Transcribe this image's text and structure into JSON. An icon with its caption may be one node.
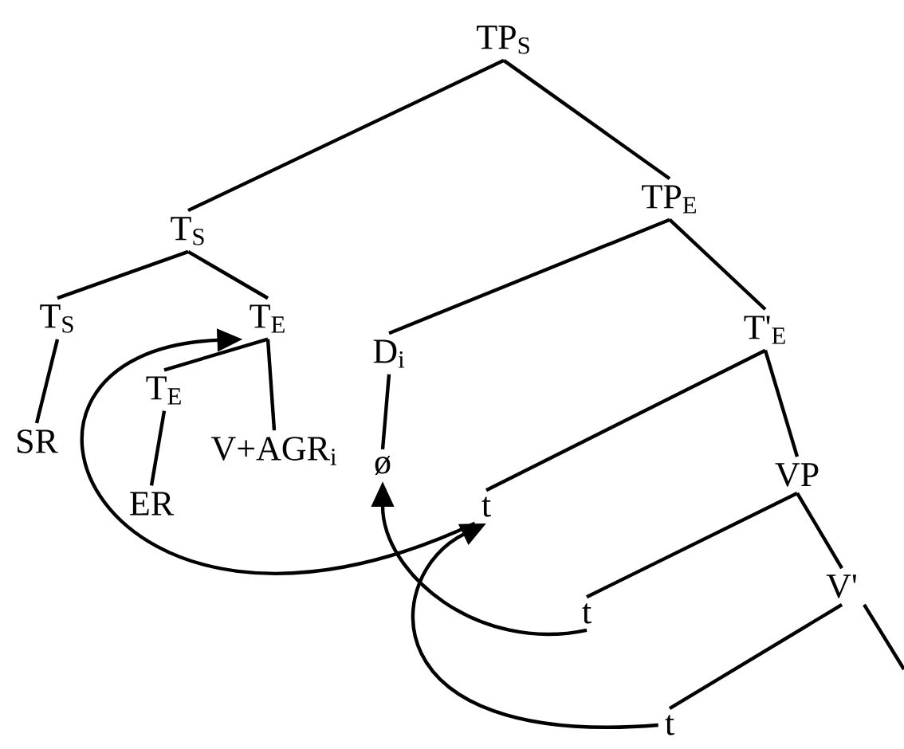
{
  "diagram": {
    "nodes": [
      {
        "text": [
          "TP$_{S}$"
        ]
      },
      {
        "text": [
          "T$_{S}$"
        ]
      },
      {
        "text": [
          "TP$_{E}$"
        ]
      },
      {
        "text": [
          "T$_{S}$"
        ]
      },
      {
        "text": [
          "T$_{E}$"
        ]
      },
      {
        "text": [
          "D$_{i}$"
        ]
      },
      {
        "text": [
          "T'$_{E}$"
        ]
      },
      {
        "text": [
          "SR"
        ]
      },
      {
        "text": [
          "T$_{E}$"
        ]
      },
      {
        "text": [
          "V+AGR$_{i}$"
        ]
      },
      {
        "text": [
          "ER"
        ]
      },
      {
        "text": [
          "ø"
        ]
      },
      {
        "text": [
          "VP"
        ]
      },
      {
        "text": [
          "t"
        ]
      },
      {
        "text": [
          "t"
        ]
      },
      {
        "text": [
          "V'"
        ]
      },
      {
        "text": [
          "t"
        ]
      }
    ],
    "edges": [
      {
        "from": 0,
        "to": 1,
        "arrow": "none"
      },
      {
        "from": 0,
        "to": 2,
        "arrow": "none"
      },
      {
        "from": 1,
        "to": 3,
        "arrow": "none"
      },
      {
        "from": 1,
        "to": 4,
        "arrow": "none"
      },
      {
        "from": 2,
        "to": 5,
        "arrow": "none"
      },
      {
        "from": 2,
        "to": 6,
        "arrow": "none"
      },
      {
        "from": 3,
        "to": 7,
        "arrow": "none"
      },
      {
        "from": 4,
        "to": 8,
        "arrow": "none"
      },
      {
        "from": 4,
        "to": 9,
        "arrow": "none"
      },
      {
        "from": 8,
        "to": 10,
        "arrow": "none"
      },
      {
        "from": 5,
        "to": 11,
        "arrow": "none"
      },
      {
        "from": 6,
        "to": 13,
        "arrow": "none"
      },
      {
        "from": 6,
        "to": 12,
        "arrow": "none"
      },
      {
        "from": 12,
        "to": 14,
        "arrow": "none"
      },
      {
        "from": 12,
        "to": 15,
        "arrow": "none"
      },
      {
        "from": 15,
        "to": 16,
        "arrow": "none"
      },
      {
        "from": 15,
        "to": null,
        "arrow": "none"
      },
      {
        "from": 13,
        "to": 4,
        "arrow": "to"
      },
      {
        "from": 14,
        "to": 11,
        "arrow": "to"
      },
      {
        "from": 16,
        "to": 13,
        "arrow": "to"
      }
    ]
  }
}
